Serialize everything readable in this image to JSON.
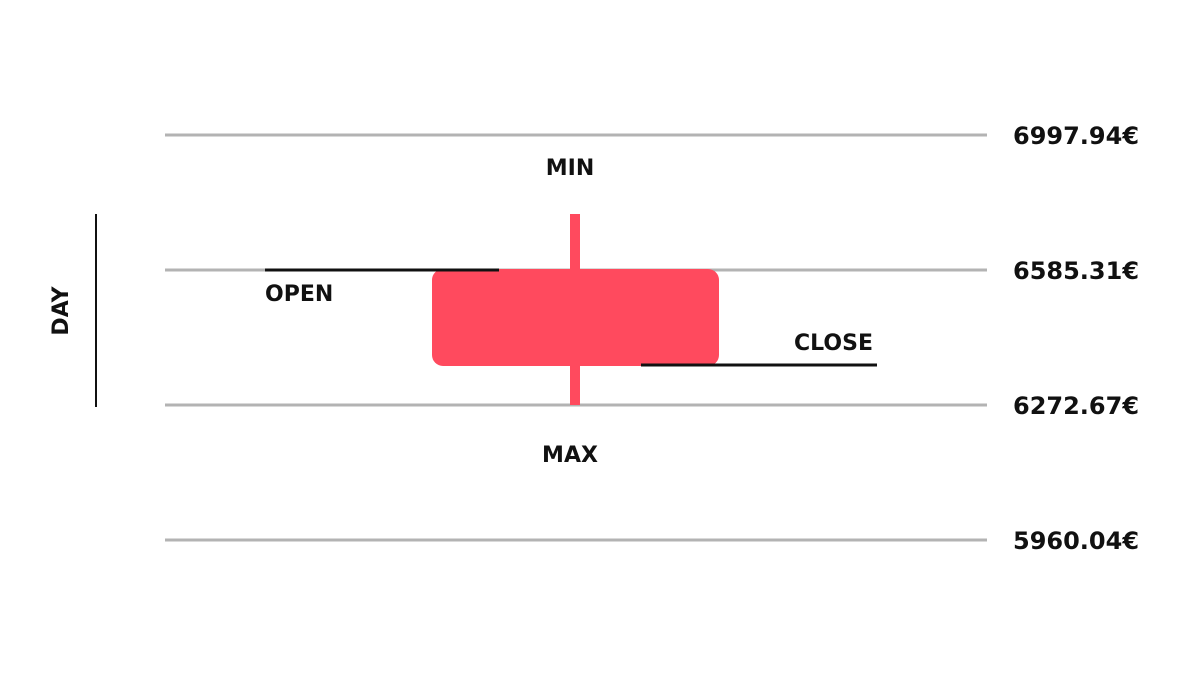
{
  "diagram": {
    "period_label": "DAY",
    "labels": {
      "min": "MIN",
      "max": "MAX",
      "open": "OPEN",
      "close": "CLOSE"
    },
    "price_levels": [
      {
        "value": 6997.94,
        "label": "6997.94€"
      },
      {
        "value": 6585.31,
        "label": "6585.31€"
      },
      {
        "value": 6272.67,
        "label": "6272.67€"
      },
      {
        "value": 5960.04,
        "label": "5960.04€"
      }
    ],
    "colors": {
      "candle": "#ff4a5e",
      "gridline": "#b3b3b3",
      "text": "#111111",
      "marker_line": "#111111"
    }
  }
}
